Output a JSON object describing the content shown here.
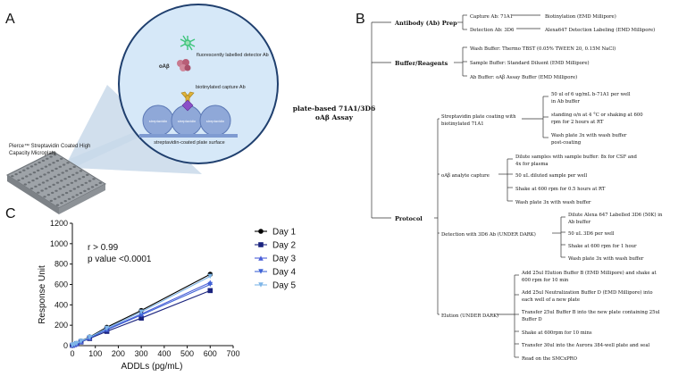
{
  "colors": {
    "circle_fill": "#d6e8f8",
    "circle_stroke": "#1f3f6e",
    "plate_blue": "#8fa8d8",
    "tree_line": "#333333",
    "cone": "#c9d9ea",
    "day1": "#000000",
    "day2": "#1a237e",
    "day3": "#4a5fd8",
    "day4": "#3f63d6",
    "day5": "#7fb6e8"
  },
  "panel_a": {
    "letter": "A",
    "labels": {
      "detector_ab": "fluorescently labelled detector Ab",
      "oab": "oAβ",
      "capture_ab": "biotinylated capture Ab",
      "plate_surface": "streptavidin-coated plate surface",
      "strep": "streptavidin",
      "microplate_line1": "Pierce™ Streptavidin Coated High",
      "microplate_line2": "Capacity Microplate"
    }
  },
  "panel_b": {
    "letter": "B",
    "root_line1": "plate-based 71A1/3D6",
    "root_line2": "oAβ Assay",
    "branches": [
      {
        "name": "Antibody (Ab) Prep",
        "children": [
          {
            "text": "Capture Ab: 71A1",
            "extra": "Biotinylation (EMD Millipore)"
          },
          {
            "text": "Detection Ab: 3D6",
            "extra": "Alexa647 Detection Labeling (EMD Millipore)"
          }
        ]
      },
      {
        "name": "Buffer/Reagents",
        "children": [
          {
            "text": "Wash Buffer: Thermo TBST (0.05% TWEEN 20, 0.15M NaCl)"
          },
          {
            "text": "Sample Buffer: Standard Diluent (EMD Millipore)"
          },
          {
            "text": "Ab Buffer: oAβ Assay Buffer (EMD Millipore)"
          }
        ]
      },
      {
        "name": "Protocol",
        "steps": [
          {
            "name_lines": [
              "Streptavidin plate coating with",
              "biotinylated 71A1"
            ],
            "items": [
              [
                "50 ul of 6 ug/mL b-71A1 per well",
                "in Ab buffer"
              ],
              [
                "standing o/n at 4 °C or shaking at 600",
                "rpm for 2 hours at RT"
              ],
              [
                "Wash plate 3x with wash buffer",
                "post-coating"
              ]
            ]
          },
          {
            "name_lines": [
              "oAβ analyte capture"
            ],
            "items": [
              [
                "Dilute samples with sample buffer: 8x for CSF and",
                "4x for plasma"
              ],
              [
                "50 uL diluted sample per well"
              ],
              [
                "Shake at 600 rpm for 0.5 hours at RT"
              ],
              [
                "Wash plate 3x with wash buffer"
              ]
            ]
          },
          {
            "name_lines": [
              "Detection with 3D6 Ab (UNDER DARK)"
            ],
            "items": [
              [
                "Dilute Alexa 647 Labelled 3D6 (50K) in",
                "Ab buffer"
              ],
              [
                "50 uL 3D6 per well"
              ],
              [
                "Shake at 600 rpm for 1 hour"
              ],
              [
                "Wash plate 3x with wash buffer"
              ]
            ]
          },
          {
            "name_lines": [
              "Elution (UNDER DARK)"
            ],
            "items": [
              [
                "Add 25ul Elution Buffer B (EMD Millipore) and shake at",
                "600 rpm for 10 min"
              ],
              [
                "Add 25ul Neutralization Buffer D (EMD Millipore) into",
                "each well of a new plate"
              ],
              [
                "Transfer 25ul Buffer B into the new plate containing 25ul",
                "Buffer D"
              ],
              [
                "Shake at 600rpm for 10 mins"
              ],
              [
                "Transfer 30ul into the Aurora 384-well plate and seal"
              ],
              [
                "Read on the SMCxPRO"
              ]
            ]
          }
        ]
      }
    ]
  },
  "panel_c": {
    "letter": "C",
    "chart_data": {
      "type": "scatter",
      "xlabel": "ADDLs (pg/mL)",
      "ylabel": "Response Unit",
      "xlim": [
        0,
        700
      ],
      "ylim": [
        0,
        1200
      ],
      "xticks": [
        0,
        100,
        200,
        300,
        400,
        500,
        600,
        700
      ],
      "yticks": [
        0,
        200,
        400,
        600,
        800,
        1000,
        1200
      ],
      "annotations": [
        "r > 0.99",
        "p value <0.0001"
      ],
      "legend_position": "right",
      "x": [
        0,
        9.375,
        18.75,
        37.5,
        75,
        150,
        300,
        600
      ],
      "series": [
        {
          "name": "Day 1",
          "marker": "circle",
          "values": [
            3,
            12,
            22,
            45,
            85,
            180,
            345,
            700
          ]
        },
        {
          "name": "Day 2",
          "marker": "square",
          "values": [
            3,
            10,
            18,
            36,
            70,
            140,
            270,
            540
          ]
        },
        {
          "name": "Day 3",
          "marker": "triangle-up",
          "values": [
            3,
            11,
            20,
            40,
            78,
            160,
            310,
            620
          ]
        },
        {
          "name": "Day 4",
          "marker": "triangle-down",
          "values": [
            3,
            11,
            19,
            38,
            75,
            155,
            300,
            600
          ]
        },
        {
          "name": "Day 5",
          "marker": "triangle-down",
          "values": [
            3,
            12,
            21,
            43,
            82,
            170,
            330,
            680
          ]
        }
      ]
    }
  }
}
